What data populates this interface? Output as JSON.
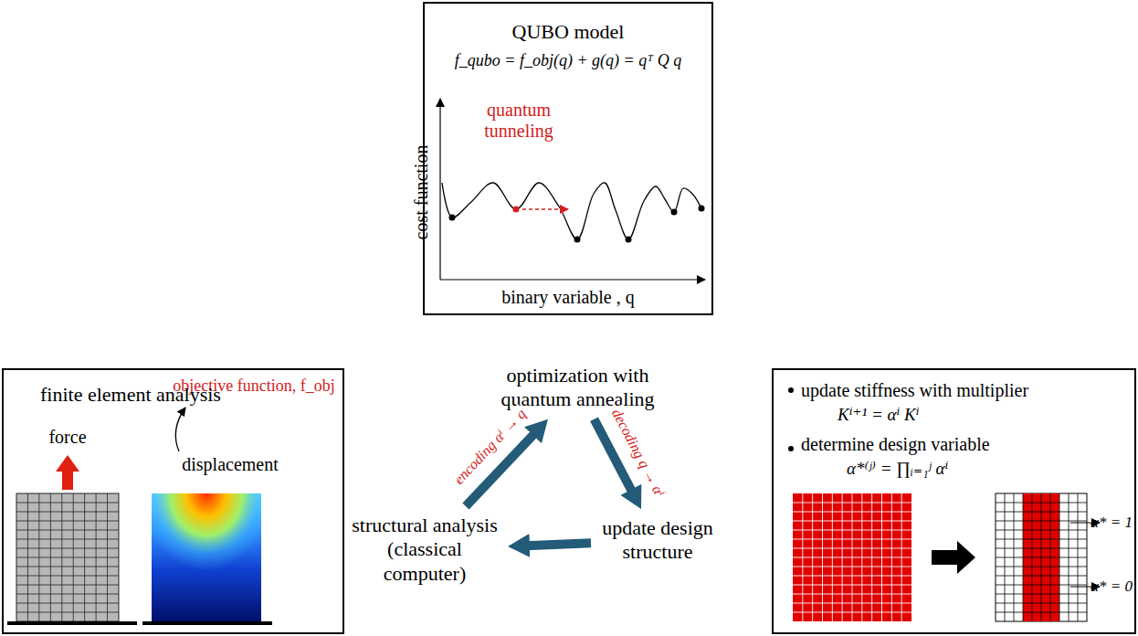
{
  "diagram": {
    "nodes": [
      {
        "text": [
          "QUBO model",
          "f_qubo = f_obj(q) + g(q) = qᵀ Q q"
        ]
      },
      {
        "text": [
          "finite element analysis"
        ]
      },
      {
        "text": [
          "optimization with quantum annealing"
        ]
      },
      {
        "text": [
          "structural analysis (classical computer)"
        ]
      },
      {
        "text": [
          "update design structure"
        ]
      },
      {
        "text": [
          "update stiffness with multiplier",
          "Kⁱ⁺¹ = αⁱ Kⁱ",
          "determine design variable",
          "α*⁽ʲ⁾ = ∏ᵢ₌₁ʲ αⁱ"
        ]
      }
    ],
    "edges": [
      {
        "from": 3,
        "to": 2,
        "arrow": "to",
        "label": "encoding αⁱ → q"
      },
      {
        "from": 2,
        "to": 4,
        "arrow": "to",
        "label": "decoding q → αⁱ"
      },
      {
        "from": 4,
        "to": 3,
        "arrow": "to"
      }
    ],
    "labels": [
      "cost function",
      "quantum tunneling",
      "binary variable , q",
      "force",
      "displacement",
      "objective function, f_obj",
      "α* = 1",
      "α* = 0"
    ]
  }
}
